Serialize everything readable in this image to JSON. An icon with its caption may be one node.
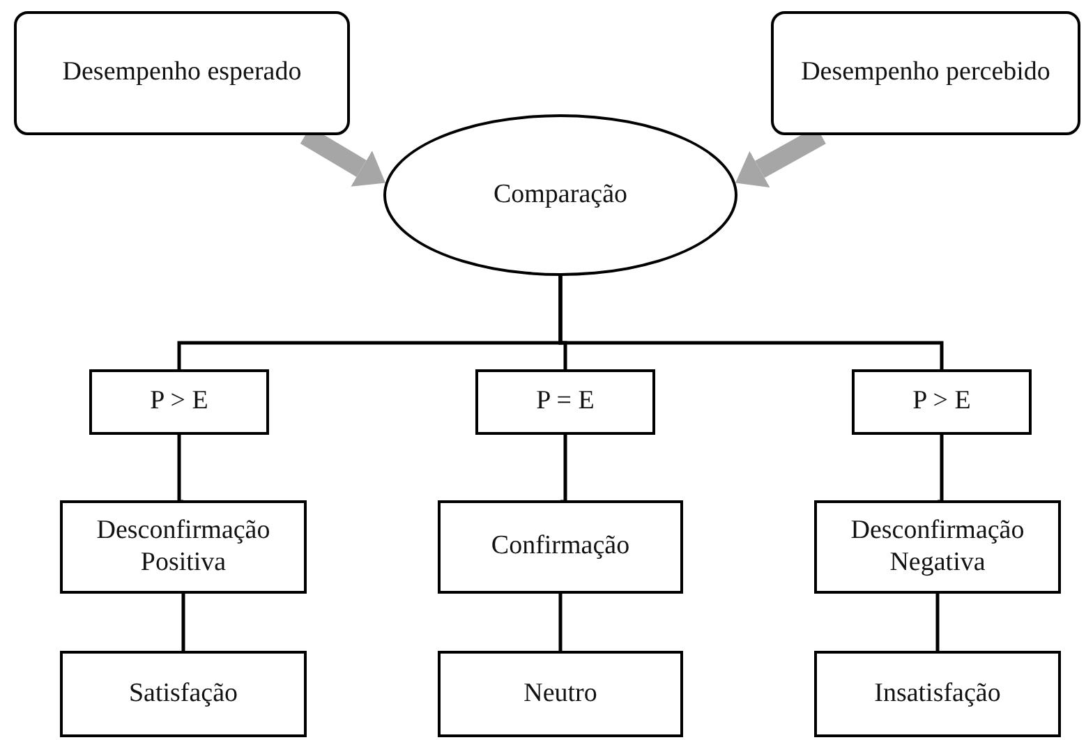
{
  "diagram": {
    "nodes": [
      {
        "text": [
          "Desempenho esperado"
        ]
      },
      {
        "text": [
          "Desempenho percebido"
        ]
      },
      {
        "text": [
          "Comparação"
        ]
      },
      {
        "text": [
          "P > E"
        ]
      },
      {
        "text": [
          "P = E"
        ]
      },
      {
        "text": [
          "P > E"
        ]
      },
      {
        "text": [
          "Desconfirmação Positiva"
        ]
      },
      {
        "text": [
          "Confirmação"
        ]
      },
      {
        "text": [
          "Desconfirmação Negativa"
        ]
      },
      {
        "text": [
          "Satisfação"
        ]
      },
      {
        "text": [
          "Neutro"
        ]
      },
      {
        "text": [
          "Insatisfação"
        ]
      }
    ],
    "edges": [
      {
        "from": 0,
        "to": 2,
        "arrow": "to",
        "style": "thick",
        "color": "#a6a6a6"
      },
      {
        "from": 1,
        "to": 2,
        "arrow": "to",
        "style": "thick",
        "color": "#a6a6a6"
      },
      {
        "from": 2,
        "to": 3,
        "arrow": "none"
      },
      {
        "from": 2,
        "to": 4,
        "arrow": "none"
      },
      {
        "from": 2,
        "to": 5,
        "arrow": "none"
      },
      {
        "from": 3,
        "to": 6,
        "arrow": "none"
      },
      {
        "from": 4,
        "to": 7,
        "arrow": "none"
      },
      {
        "from": 5,
        "to": 8,
        "arrow": "none"
      },
      {
        "from": 6,
        "to": 9,
        "arrow": "none"
      },
      {
        "from": 7,
        "to": 10,
        "arrow": "none"
      },
      {
        "from": 8,
        "to": 11,
        "arrow": "none"
      }
    ]
  }
}
